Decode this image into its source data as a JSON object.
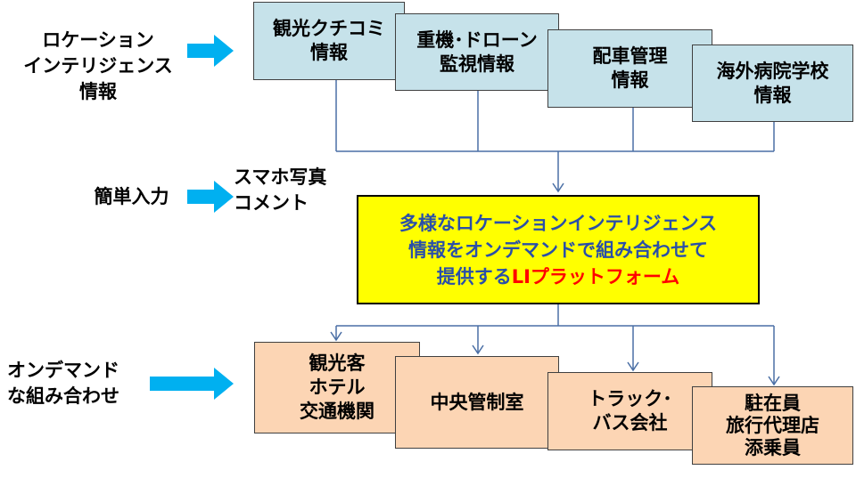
{
  "left_labels": {
    "li": [
      "ロケーション",
      "インテリジェンス",
      "情報"
    ],
    "input": "簡単入力",
    "ondemand": [
      "オンデマンド",
      "な組み合わせ"
    ]
  },
  "input_note": [
    "スマホ写真",
    "コメント"
  ],
  "sources": [
    [
      "観光クチコミ",
      "情報"
    ],
    [
      "重機･ドローン",
      "監視情報"
    ],
    [
      "配車管理",
      "情報"
    ],
    [
      "海外病院学校",
      "情報"
    ]
  ],
  "platform": {
    "line1": "多様なロケーションインテリジェンス",
    "line2": "情報をオンデマンドで組み合わせて",
    "line3_prefix": "提供する",
    "line3_highlight": "LIプラットフォーム"
  },
  "destinations": [
    [
      "観光客",
      "ホテル",
      "交通機関"
    ],
    [
      "中央管制室"
    ],
    [
      "トラック･",
      "バス会社"
    ],
    [
      "駐在員",
      "旅行代理店",
      "添乗員"
    ]
  ],
  "colors": {
    "source_fill": "#c6e2ea",
    "destination_fill": "#fcd5b4",
    "platform_fill": "#ffff00",
    "platform_text": "#2a4fa8",
    "highlight_text": "#ff0000",
    "arrow": "#00b0f0",
    "connector": "#4a6fa5"
  }
}
